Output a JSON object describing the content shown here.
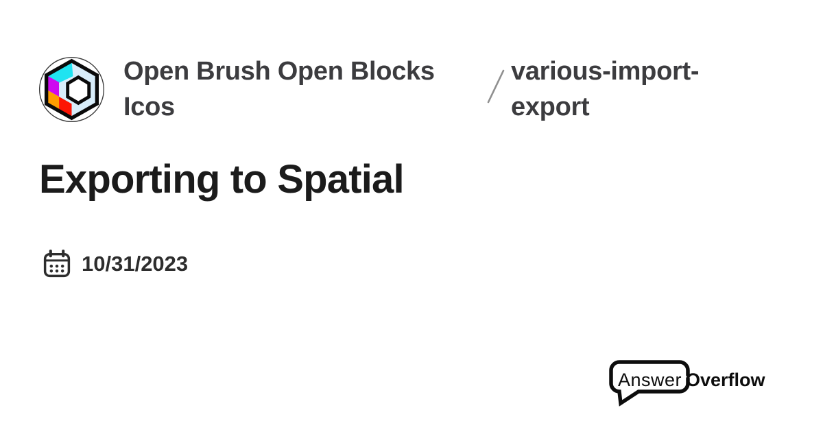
{
  "community": {
    "name": "Open Brush Open Blocks Icos",
    "separator": "/",
    "channel": "various-import-export"
  },
  "post": {
    "title": "Exporting to Spatial",
    "date": "10/31/2023"
  },
  "brand": {
    "name_regular": "Answer",
    "name_bold": "Overflow"
  },
  "icons": {
    "community_logo": "icosa-cube-logo",
    "date_icon": "calendar-icon",
    "brand_icon": "speech-bubble-icon"
  },
  "colors": {
    "background": "#ffffff",
    "heading_text": "#1b1b1b",
    "community_text": "#3c3c3f",
    "separator_line": "#8f8f8f",
    "date_text": "#2d2d2d",
    "brand_text": "#0d0d0d",
    "logo_cyan": "#1fe3f1",
    "logo_magenta": "#ce08f0",
    "logo_orange": "#ff9d00",
    "logo_red": "#fd1504",
    "logo_pale_blue": "#d8edfa",
    "logo_outline": "#0a0a0a"
  }
}
